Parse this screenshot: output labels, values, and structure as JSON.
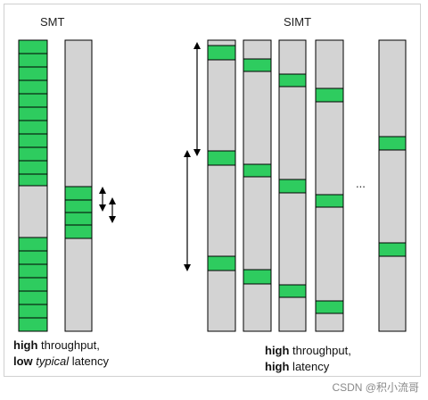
{
  "titles": {
    "smt": "SMT",
    "simt": "SIMT"
  },
  "captions": {
    "smt_line1_bold": "high",
    "smt_line1_rest": " throughput,",
    "smt_line2_bold": "low",
    "smt_line2_italic": "typical",
    "smt_line2_rest": " latency",
    "simt_line1_bold": "high",
    "simt_line1_rest": " throughput,",
    "simt_line2_bold": "high",
    "simt_line2_rest": " latency"
  },
  "ellipsis": "...",
  "watermark": "CSDN @积小流哥",
  "colors": {
    "bar_fill": "#d3d3d3",
    "active_fill": "#2ecc5f",
    "outline": "#000000"
  }
}
